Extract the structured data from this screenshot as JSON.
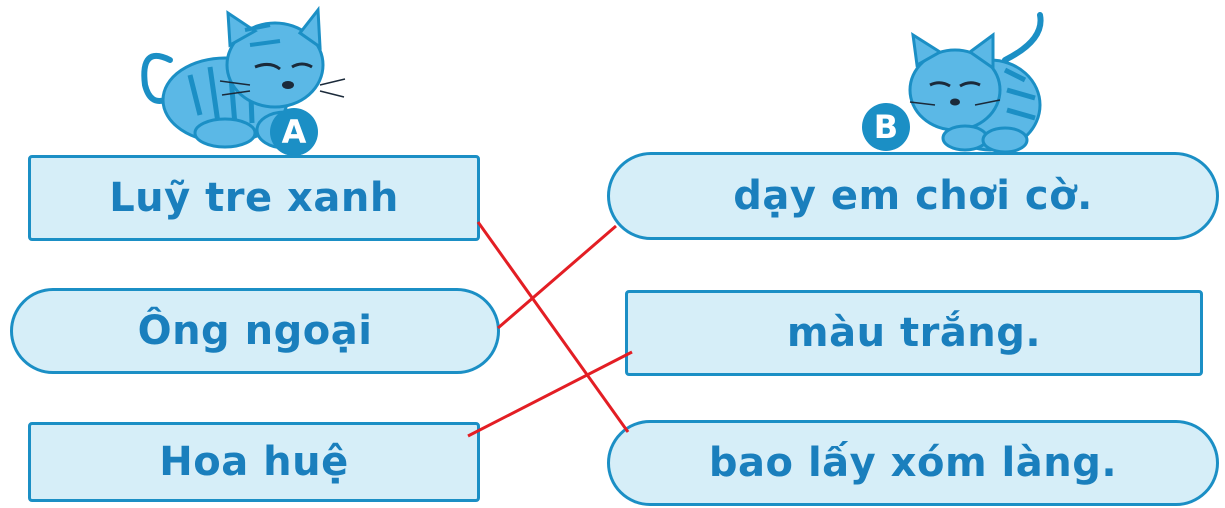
{
  "column_a": {
    "badge": "A",
    "items": [
      "Luỹ tre xanh",
      "Ông ngoại",
      "Hoa huệ"
    ]
  },
  "column_b": {
    "badge": "B",
    "items": [
      "dạy em chơi cờ.",
      "màu trắng.",
      "bao lấy xóm làng."
    ]
  },
  "matches": [
    {
      "a": "Luỹ tre xanh",
      "b": "bao lấy xóm làng."
    },
    {
      "a": "Ông ngoại",
      "b": "dạy em chơi cờ."
    },
    {
      "a": "Hoa huệ",
      "b": "màu trắng."
    }
  ],
  "colors": {
    "card_fill": "#d6eef8",
    "card_border": "#1b8fc5",
    "text": "#1a7fbd",
    "line": "#e31e24",
    "badge": "#1b8fc5"
  }
}
